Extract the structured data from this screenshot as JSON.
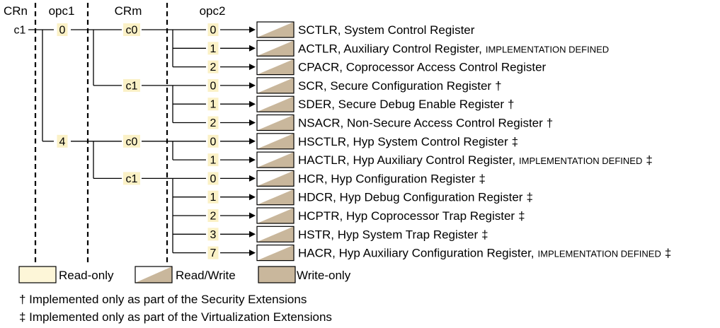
{
  "headers": {
    "crn": "CRn",
    "opc1": "opc1",
    "crm": "CRm",
    "opc2": "opc2"
  },
  "crn": "c1",
  "opc1": [
    {
      "id": "o0",
      "label": "0"
    },
    {
      "id": "o4",
      "label": "4"
    }
  ],
  "crm": [
    {
      "id": "o0c0",
      "opc1": "o0",
      "label": "c0"
    },
    {
      "id": "o0c1",
      "opc1": "o0",
      "label": "c1"
    },
    {
      "id": "o4c0",
      "opc1": "o4",
      "label": "c0"
    },
    {
      "id": "o4c1",
      "opc1": "o4",
      "label": "c1"
    }
  ],
  "registers": [
    {
      "crm": "o0c0",
      "opc2": "0",
      "access": "read-write",
      "name": "SCTLR, System Control Register",
      "impl": "",
      "mark": ""
    },
    {
      "crm": "o0c0",
      "opc2": "1",
      "access": "read-write",
      "name": "ACTLR, Auxiliary Control Register,",
      "impl": "IMPLEMENTATION DEFINED",
      "mark": ""
    },
    {
      "crm": "o0c0",
      "opc2": "2",
      "access": "read-write",
      "name": "CPACR, Coprocessor Access Control Register",
      "impl": "",
      "mark": ""
    },
    {
      "crm": "o0c1",
      "opc2": "0",
      "access": "read-write",
      "name": "SCR, Secure Configuration Register",
      "impl": "",
      "mark": "†"
    },
    {
      "crm": "o0c1",
      "opc2": "1",
      "access": "read-write",
      "name": "SDER, Secure Debug Enable Register",
      "impl": "",
      "mark": "†"
    },
    {
      "crm": "o0c1",
      "opc2": "2",
      "access": "read-write",
      "name": "NSACR, Non-Secure Access Control Register",
      "impl": "",
      "mark": "†"
    },
    {
      "crm": "o4c0",
      "opc2": "0",
      "access": "read-write",
      "name": "HSCTLR, Hyp System Control Register",
      "impl": "",
      "mark": "‡"
    },
    {
      "crm": "o4c0",
      "opc2": "1",
      "access": "read-write",
      "name": "HACTLR, Hyp Auxiliary Control Register,",
      "impl": "IMPLEMENTATION DEFINED",
      "mark": "‡"
    },
    {
      "crm": "o4c1",
      "opc2": "0",
      "access": "read-write",
      "name": "HCR, Hyp Configuration Register",
      "impl": "",
      "mark": "‡"
    },
    {
      "crm": "o4c1",
      "opc2": "1",
      "access": "read-write",
      "name": "HDCR, Hyp Debug Configuration Register",
      "impl": "",
      "mark": "‡"
    },
    {
      "crm": "o4c1",
      "opc2": "2",
      "access": "read-write",
      "name": "HCPTR, Hyp Coprocessor Trap Register",
      "impl": "",
      "mark": "‡"
    },
    {
      "crm": "o4c1",
      "opc2": "3",
      "access": "read-write",
      "name": "HSTR, Hyp System Trap Register",
      "impl": "",
      "mark": "‡"
    },
    {
      "crm": "o4c1",
      "opc2": "7",
      "access": "read-write",
      "name": "HACR, Hyp Auxiliary Configuration Register,",
      "impl": "IMPLEMENTATION DEFINED",
      "mark": "‡"
    }
  ],
  "legend": [
    {
      "access": "read-only",
      "label": "Read-only"
    },
    {
      "access": "read-write",
      "label": "Read/Write"
    },
    {
      "access": "write-only",
      "label": "Write-only"
    }
  ],
  "footnotes": [
    "† Implemented only as part of the Security Extensions",
    "‡ Implemented only as part of the Virtualization Extensions"
  ],
  "colors": {
    "read_only_fill": "#fdf6d8",
    "write_fill": "#c9b79c",
    "label_highlight": "#fbf1c6",
    "stroke": "#000000"
  }
}
